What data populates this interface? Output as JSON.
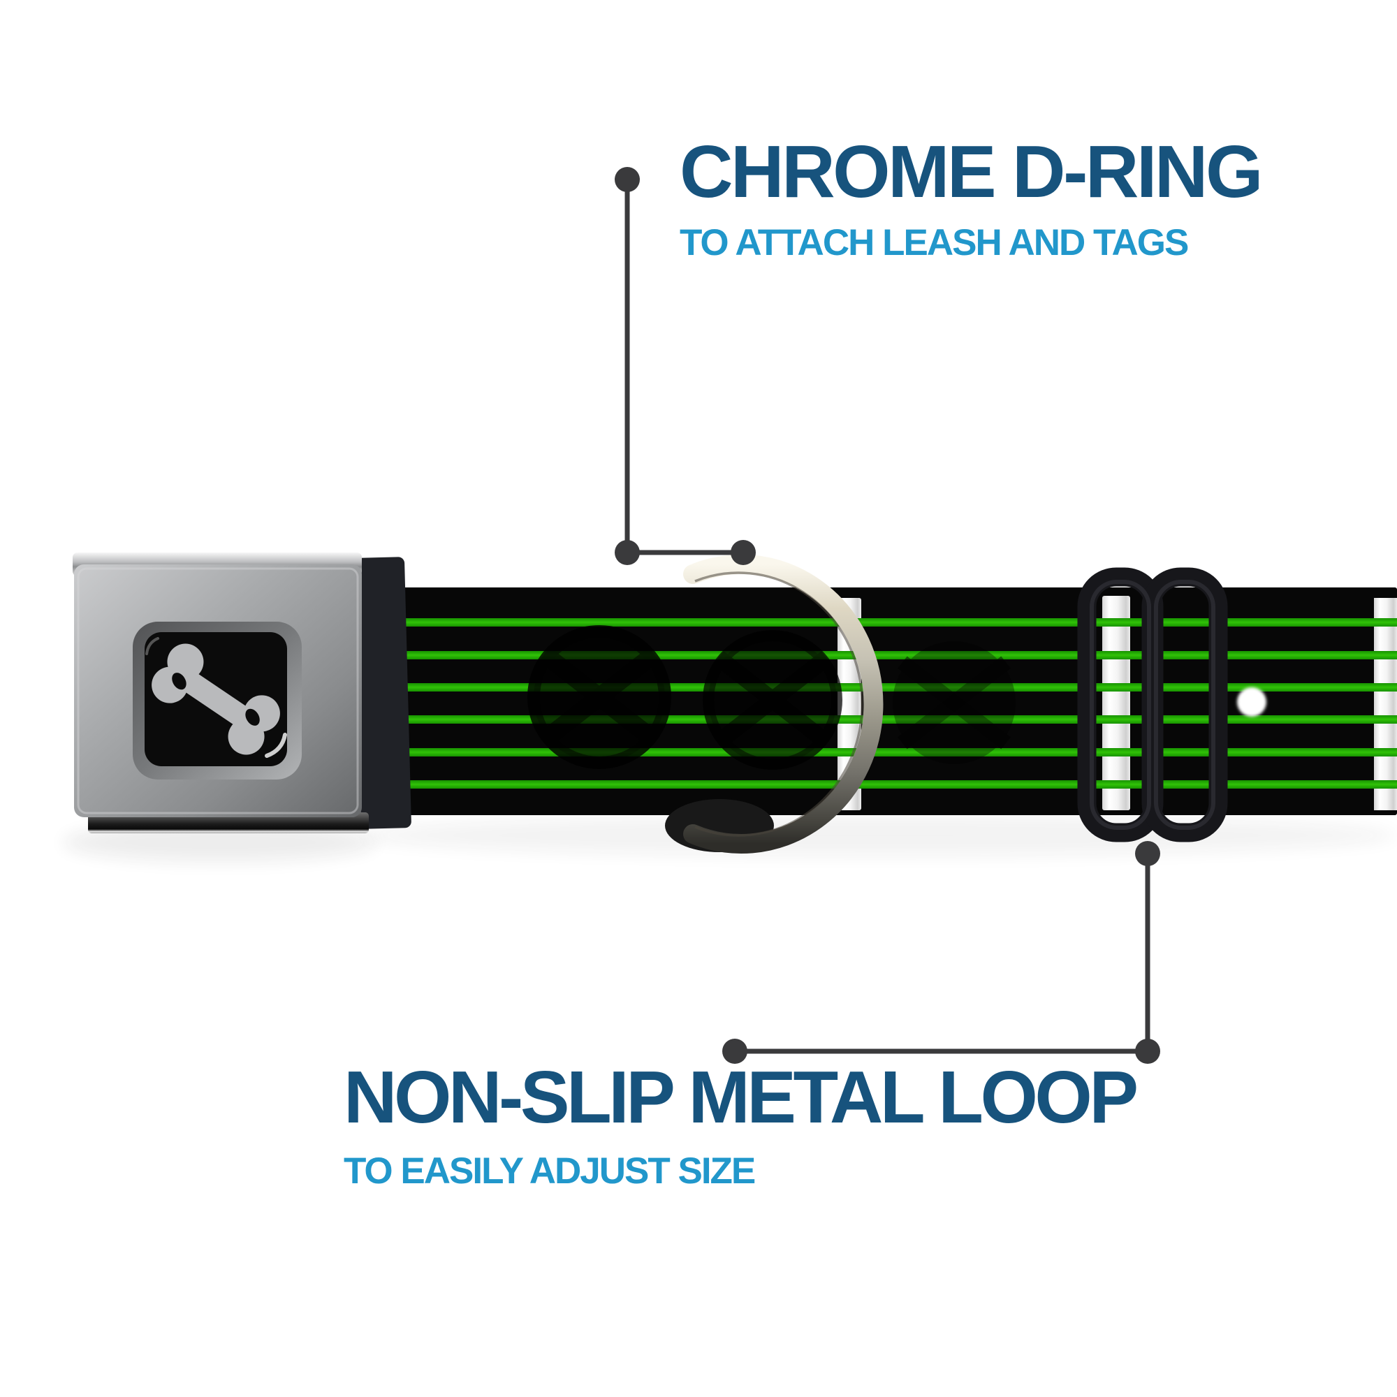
{
  "callouts": {
    "d_ring": {
      "title": "CHROME D-RING",
      "subtitle": "TO ATTACH LEASH AND TAGS"
    },
    "metal_loop": {
      "title": "NON-SLIP METAL LOOP",
      "subtitle": "TO EASILY ADJUST SIZE"
    }
  },
  "icons": {
    "bone": "bone-icon"
  },
  "colors": {
    "title_blue": "#17537d",
    "subtitle_blue": "#2197cb",
    "callout_gray": "#3a3a3c",
    "stripe_green": "#29b404",
    "webbing_black": "#070707",
    "buckle_silver": "#9fa1a3",
    "ring_chrome": "#cfcabb",
    "slider_black": "#17171b",
    "bar_white": "#ffffff"
  }
}
